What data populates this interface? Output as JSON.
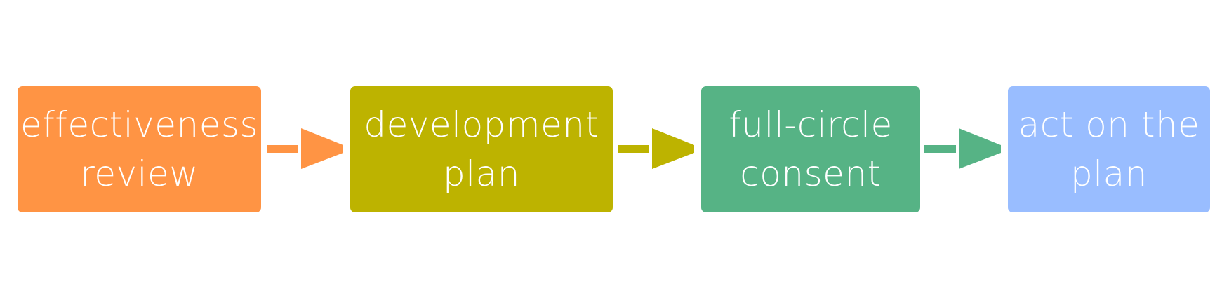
{
  "steps": [
    {
      "lines": [
        "effectiveness",
        "review"
      ],
      "color": "#FF9444"
    },
    {
      "lines": [
        "development",
        "plan"
      ],
      "color": "#BDB300"
    },
    {
      "lines": [
        "full-circle",
        "consent"
      ],
      "color": "#56B385"
    },
    {
      "lines": [
        "act on the",
        "plan"
      ],
      "color": "#99BDFF"
    }
  ]
}
